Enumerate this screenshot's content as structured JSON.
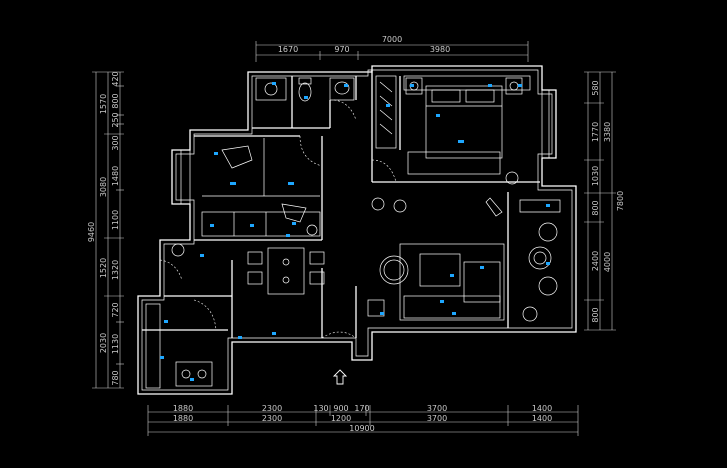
{
  "top_dims": {
    "total": "7000",
    "seg1": "1670",
    "seg2": "970",
    "seg3": "3980"
  },
  "bottom_dims": {
    "row1": [
      "1880",
      "2300",
      "130",
      "900",
      "170",
      "3700",
      "1400"
    ],
    "row2": [
      "1880",
      "2300",
      "1200",
      "3700",
      "1400"
    ],
    "total": "10900"
  },
  "left_dims": {
    "inner": [
      "420",
      "800",
      "250",
      "300",
      "1480",
      "1100",
      "1320",
      "720",
      "1130",
      "780"
    ],
    "mid": [
      "1570",
      "3080",
      "1520",
      "2030"
    ],
    "total": "9460"
  },
  "right_dims": {
    "inner": [
      "580",
      "1770",
      "1030",
      "800",
      "2400",
      "800"
    ],
    "mid": [
      "3380",
      "4000"
    ],
    "total": "7800"
  },
  "colors": {
    "background": "#000000",
    "wall": "#ffffff",
    "dimension": "#d0d0d0",
    "tag": "#1ea7ff"
  },
  "icons": {
    "entrance": "up-arrow-icon"
  }
}
